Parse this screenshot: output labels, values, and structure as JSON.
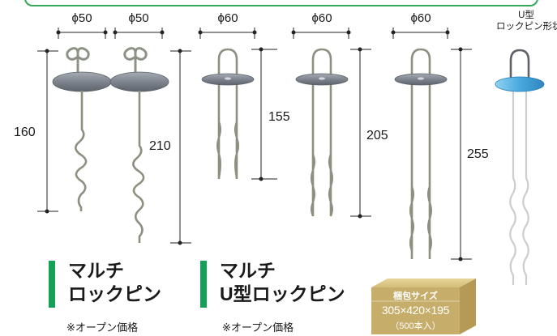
{
  "products": [
    {
      "name_line1": "マルチ",
      "name_line2": "ロックピン",
      "price_note": "※オープン価格"
    },
    {
      "name_line1": "マルチ",
      "name_line2": "U型ロックピン",
      "price_note": "※オープン価格"
    }
  ],
  "diameter_labels": [
    "ϕ50",
    "ϕ50",
    "ϕ60",
    "ϕ60",
    "ϕ60"
  ],
  "height_labels": [
    "160",
    "210",
    "155",
    "205",
    "255"
  ],
  "u_type_caption": {
    "line1": "U型",
    "line2": "ロックピン形状"
  },
  "package_box": {
    "label": "梱包サイズ",
    "dimensions": "305×420×195",
    "quantity": "（500本入）"
  },
  "colors": {
    "accent_green": "#12a157",
    "frame_green": "#35a85a",
    "box_gold": "#c7ad6a",
    "u_type_washer": "#4aa8dd"
  }
}
